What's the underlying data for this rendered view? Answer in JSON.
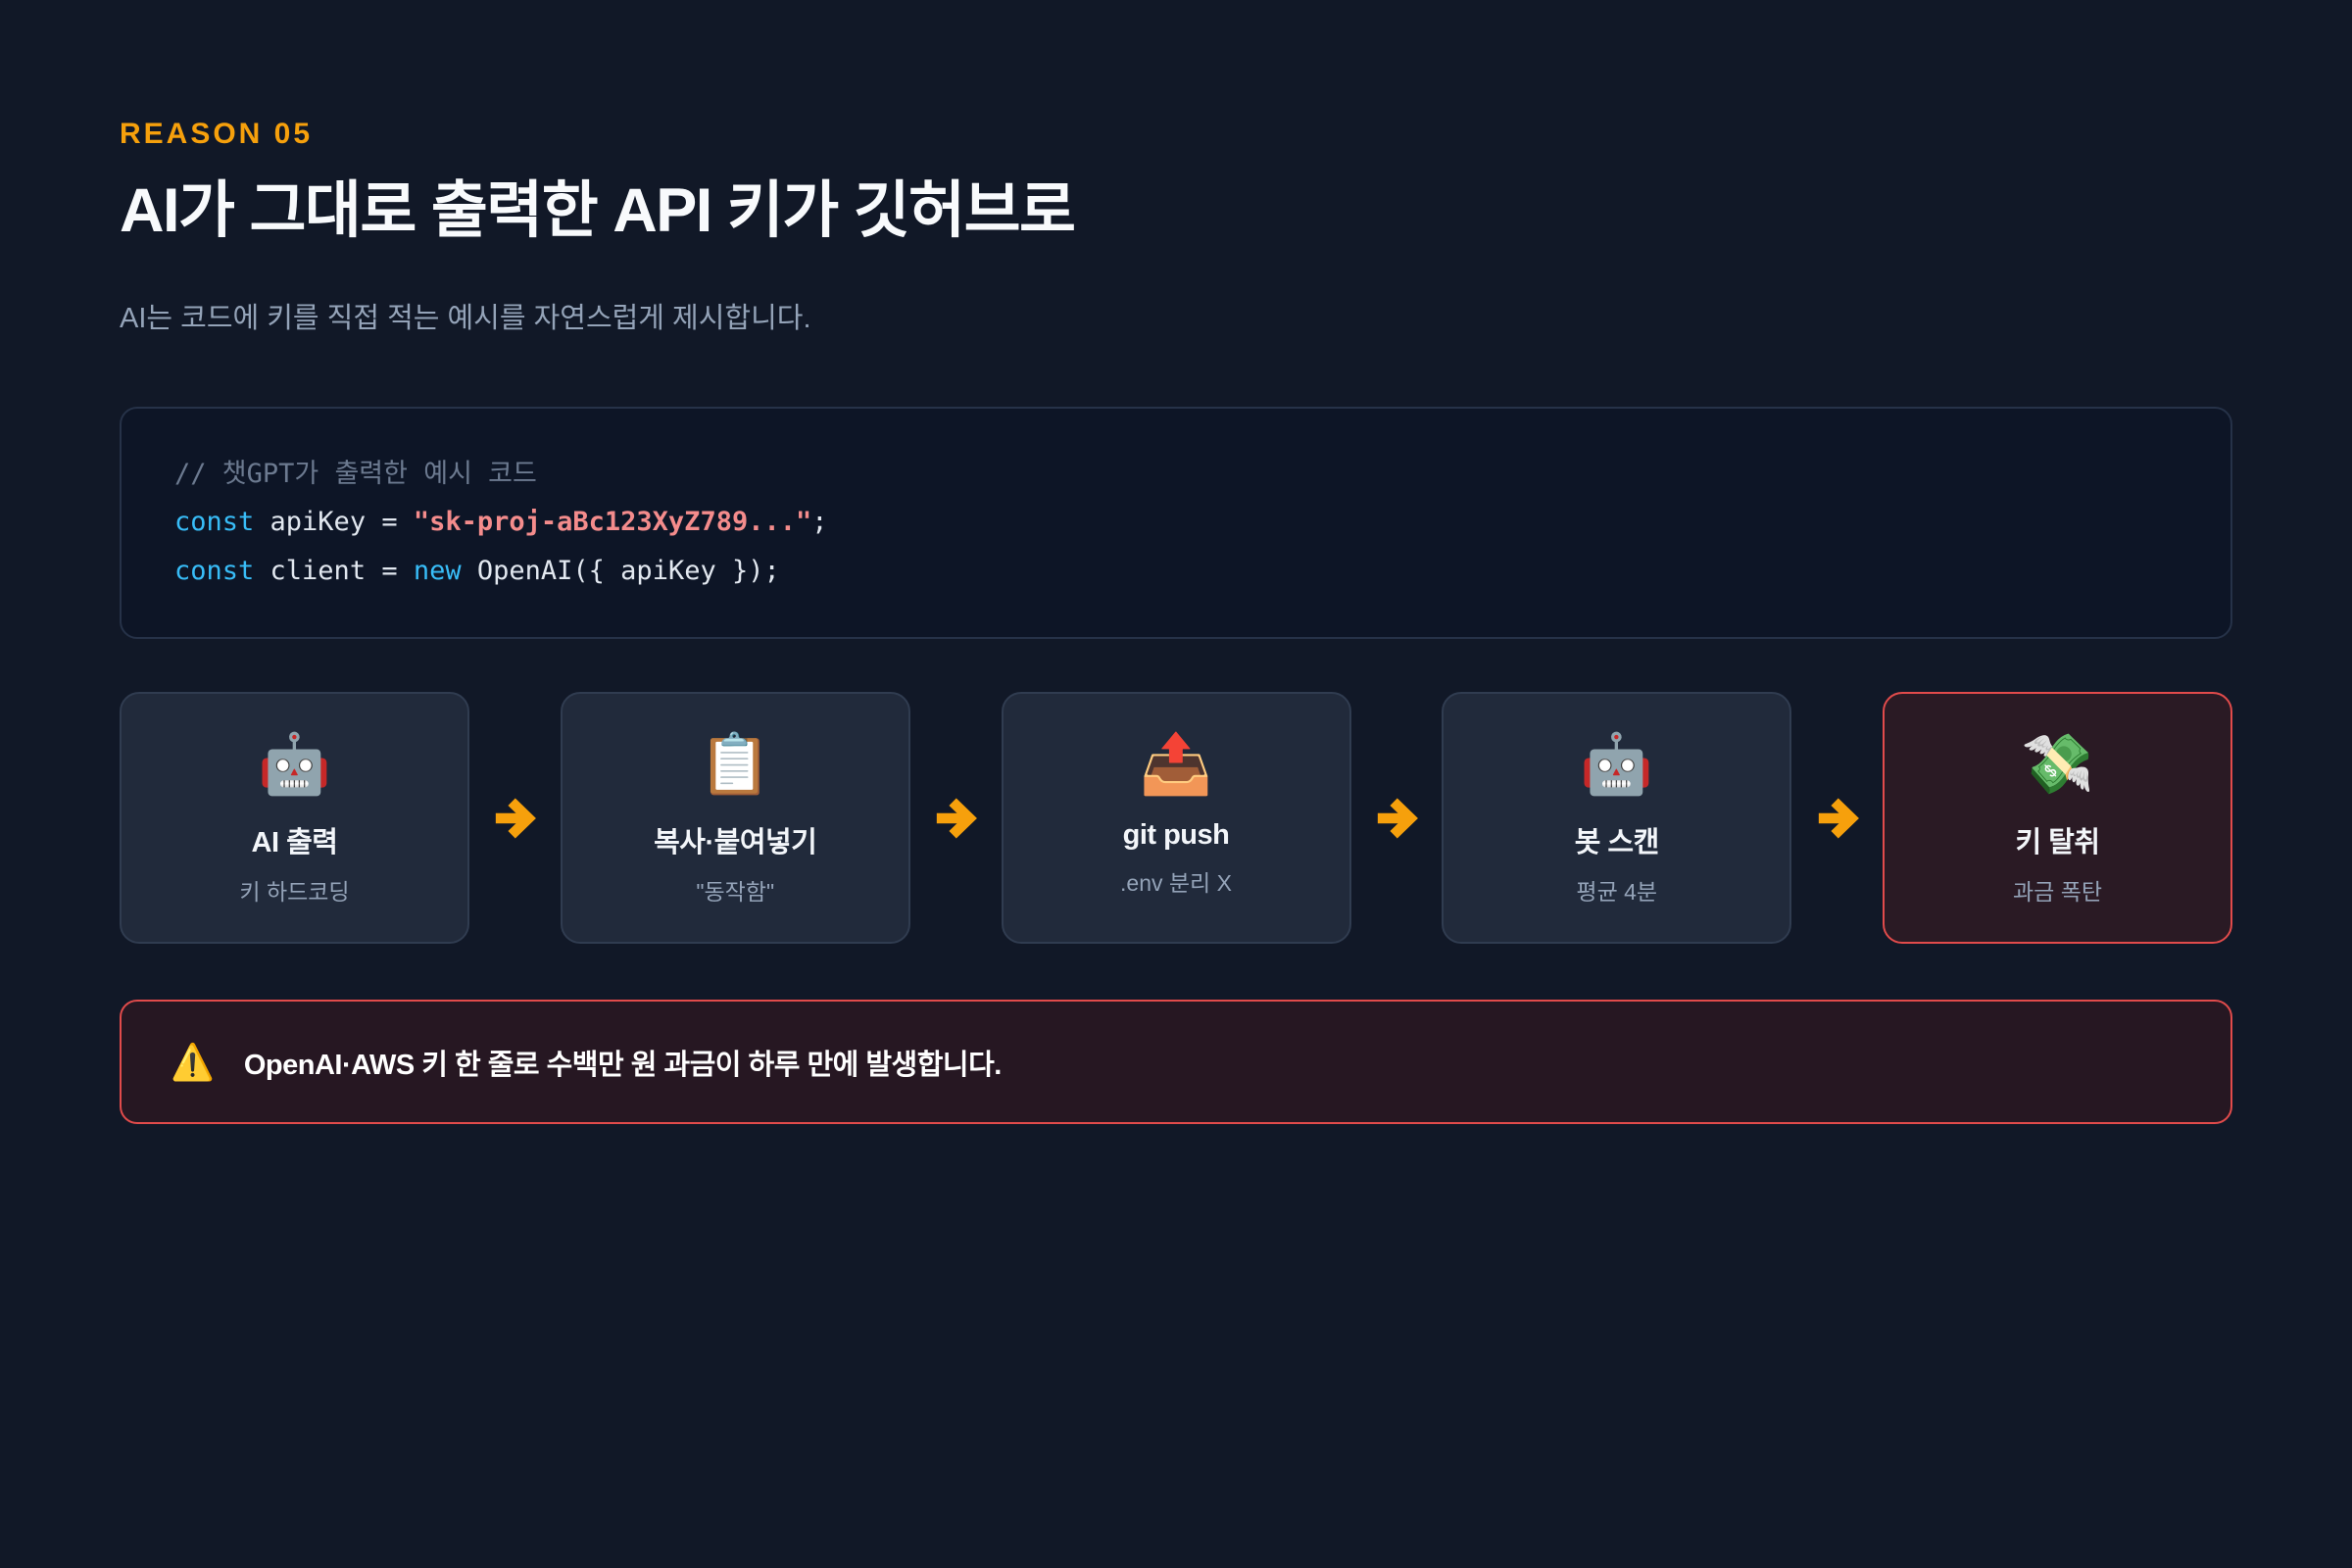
{
  "theme": {
    "page_bg": "#111827",
    "accent": "#F6A00C",
    "danger": "#E14B4B",
    "code_keyword": "#38BDF8",
    "code_string": "#F48C8C"
  },
  "header": {
    "eyebrow": "REASON 05",
    "title": "AI가 그대로 출력한 API 키가 깃허브로",
    "subtitle": "AI는 코드에 키를 직접 적는 예시를 자연스럽게 제시합니다."
  },
  "code": {
    "comment": "// 챗GPT가 출력한 예시 코드",
    "line1": {
      "kw": "const",
      "mid": " apiKey = ",
      "str": "\"sk-proj-aBc123XyZ789...\"",
      "end": ";"
    },
    "line2": {
      "kw1": "const",
      "mid1": " client = ",
      "kw2": "new",
      "rest": " OpenAI({ apiKey });"
    }
  },
  "flow": {
    "steps": [
      {
        "icon": "🤖",
        "icon_name": "robot-icon",
        "title": "AI 출력",
        "sub": "키 하드코딩"
      },
      {
        "icon": "📋",
        "icon_name": "clipboard-icon",
        "title": "복사·붙여넣기",
        "sub": "\"동작함\""
      },
      {
        "icon": "📤",
        "icon_name": "outbox-tray-icon",
        "title": "git push",
        "sub": ".env 분리 X"
      },
      {
        "icon": "🤖",
        "icon_name": "robot-icon",
        "title": "봇 스캔",
        "sub": "평균 4분"
      },
      {
        "icon": "💸",
        "icon_name": "money-with-wings-icon",
        "title": "키 탈취",
        "sub": "과금 폭탄"
      }
    ]
  },
  "warning": {
    "icon": "⚠️",
    "text": "OpenAI·AWS 키 한 줄로 수백만 원 과금이 하루 만에 발생합니다."
  }
}
